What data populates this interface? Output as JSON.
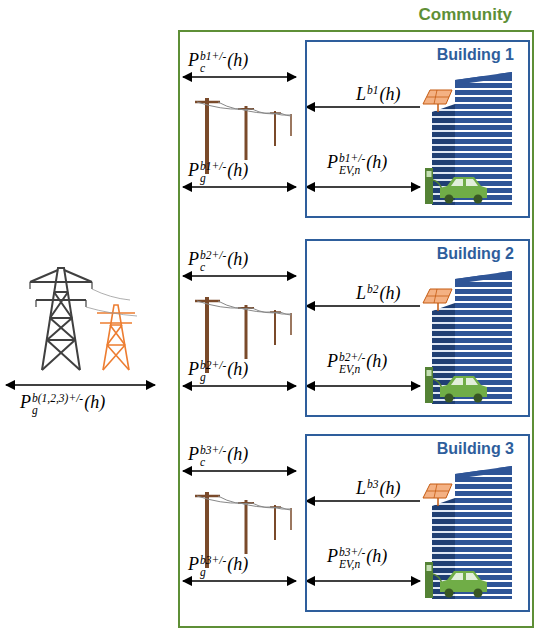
{
  "diagram": {
    "nodes": [
      {
        "text": [
          "Community"
        ]
      },
      {
        "text": [
          "Building 1"
        ],
        "in": 0
      },
      {
        "text": [
          "Building 2"
        ],
        "in": 0
      },
      {
        "text": [
          "Building 3"
        ],
        "in": 0
      }
    ],
    "labels": [
      "Pcb1+/-(h)",
      "Lb1(h)",
      "PEV,nb1+/-(h)",
      "Pgb1+/-(h)",
      "Pcb2+/-(h)",
      "Lb2(h)",
      "PEV,nb2+/-(h)",
      "Pgb2+/-(h)",
      "Pcb3+/-(h)",
      "Lb3(h)",
      "PEV,nb3+/-(h)",
      "Pgb3+/-(h)",
      "Pgb(1,2,3)+/-(h)"
    ]
  }
}
